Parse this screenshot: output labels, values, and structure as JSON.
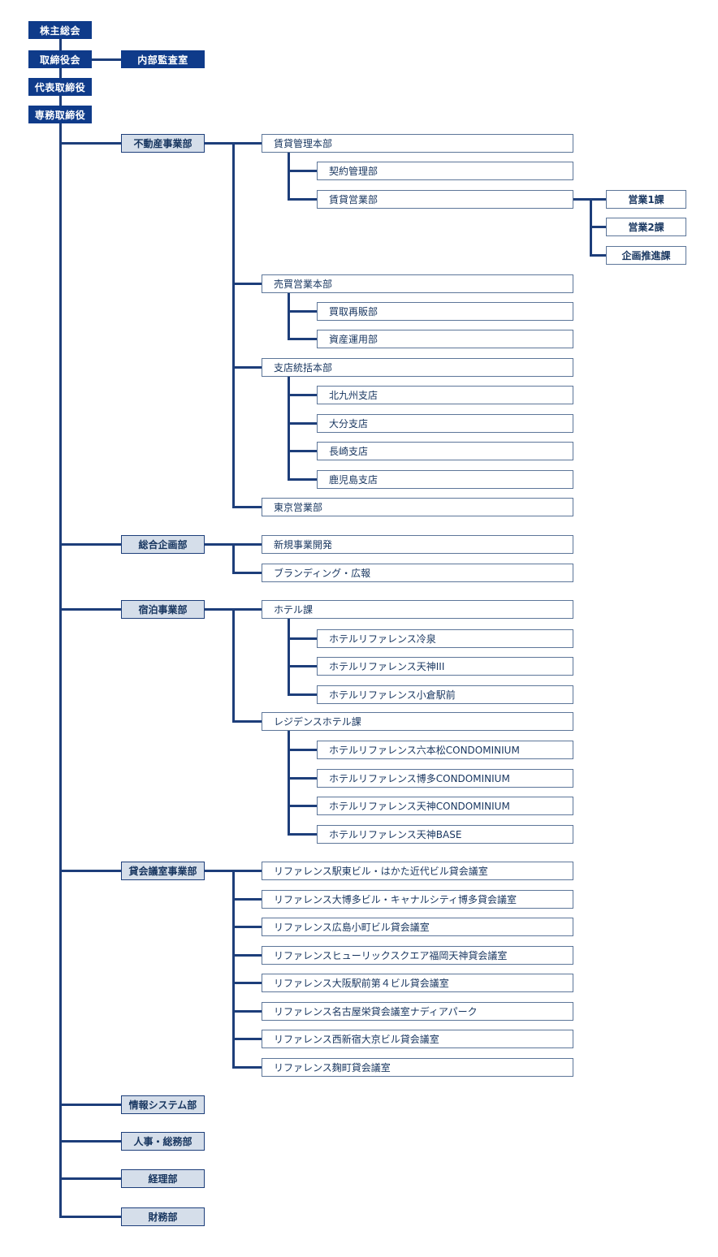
{
  "executive": {
    "shareholders": "株主総会",
    "board": "取締役会",
    "audit": "内部監査室",
    "ceo": "代表取締役",
    "senior_md": "専務取締役"
  },
  "real_estate": {
    "name": "不動産事業部",
    "rental_hq": "賃貸管理本部",
    "contract": "契約管理部",
    "rental_sales": "賃貸営業部",
    "sections": [
      "営業1課",
      "営業2課",
      "企画推進課"
    ],
    "trading_hq": "売買営業本部",
    "resale": "買取再販部",
    "asset": "資産運用部",
    "branch_hq": "支店統括本部",
    "branches": [
      "北九州支店",
      "大分支店",
      "長崎支店",
      "鹿児島支店"
    ],
    "tokyo": "東京営業部"
  },
  "planning": {
    "name": "総合企画部",
    "items": [
      "新規事業開発",
      "ブランディング・広報"
    ]
  },
  "lodging": {
    "name": "宿泊事業部",
    "hotel_div": "ホテル課",
    "hotels": [
      "ホテルリファレンス冷泉",
      "ホテルリファレンス天神III",
      "ホテルリファレンス小倉駅前"
    ],
    "residence_div": "レジデンスホテル課",
    "residences": [
      "ホテルリファレンス六本松CONDOMINIUM",
      "ホテルリファレンス博多CONDOMINIUM",
      "ホテルリファレンス天神CONDOMINIUM",
      "ホテルリファレンス天神BASE"
    ]
  },
  "meeting": {
    "name": "貸会議室事業部",
    "rooms": [
      "リファレンス駅東ビル・はかた近代ビル貸会議室",
      "リファレンス大博多ビル・キャナルシティ博多貸会議室",
      "リファレンス広島小町ビル貸会議室",
      "リファレンスヒューリックスクエア福岡天神貸会議室",
      "リファレンス大阪駅前第４ビル貸会議室",
      "リファレンス名古屋栄貸会議室ナディアパーク",
      "リファレンス西新宿大京ビル貸会議室",
      "リファレンス麹町貸会議室"
    ]
  },
  "others": {
    "it": "情報システム部",
    "hr": "人事・総務部",
    "accounting": "経理部",
    "finance": "財務部"
  },
  "colors": {
    "navy": "#0f3b8a",
    "line": "#1d3e7a",
    "dept_fill": "#d5deea",
    "text": "#17355f"
  }
}
